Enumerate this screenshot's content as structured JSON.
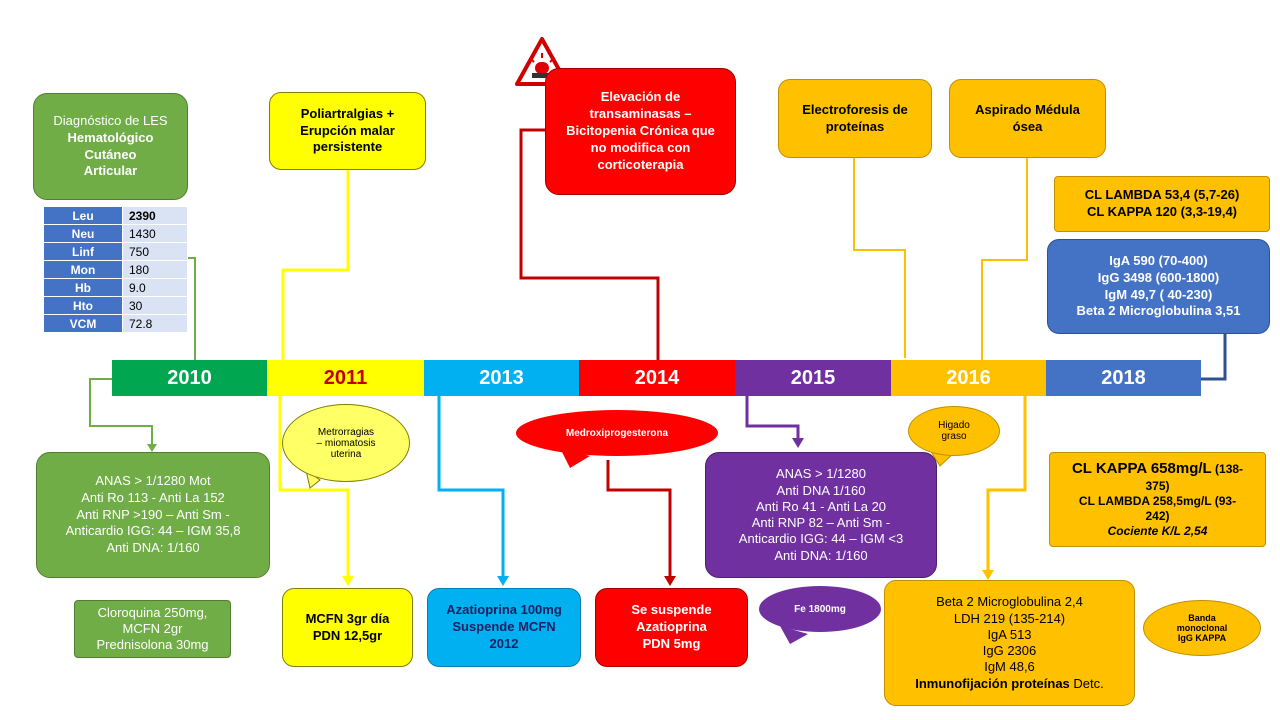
{
  "diagnosis": {
    "lines": [
      "Diagnóstico de LES",
      "Hematológico",
      "Cutáneo",
      "Articular"
    ]
  },
  "lab_table": [
    {
      "key": "Leu",
      "value": "2390"
    },
    {
      "key": "Neu",
      "value": "1430"
    },
    {
      "key": "Linf",
      "value": "750"
    },
    {
      "key": "Mon",
      "value": "180"
    },
    {
      "key": "Hb",
      "value": "9.0"
    },
    {
      "key": "Hto",
      "value": "30"
    },
    {
      "key": "VCM",
      "value": "72.8"
    }
  ],
  "timeline": [
    "2010",
    "2011",
    "2013",
    "2014",
    "2015",
    "2016",
    "2018"
  ],
  "colors": {
    "y2010": "#00a650",
    "y2011": "#ffff00",
    "y2013": "#00b0f0",
    "y2014": "#ff0000",
    "y2015": "#7030a0",
    "y2016": "#ffc000",
    "y2018": "#4472c4",
    "year2011_text": "#c00000"
  },
  "box_2011_top": [
    "Poliartralgias +",
    "Erupción malar",
    "persistente"
  ],
  "box_2014_top": [
    "Elevación de",
    "transaminasas –",
    "Bicitopenia Crónica que",
    "no modifica con",
    "corticoterapia"
  ],
  "box_electro": [
    "Electroforesis de",
    "proteínas"
  ],
  "box_aspirado": [
    "Aspirado Médula",
    "ósea"
  ],
  "box_cl_2018": [
    "CL LAMBDA 53,4 (5,7-26)",
    "CL KAPPA 120 (3,3-19,4)"
  ],
  "box_ig_2018": [
    "IgA 590 (70-400)",
    "IgG 3498 (600-1800)",
    "IgM 49,7 ( 40-230)",
    "Beta 2 Microglobulina 3,51"
  ],
  "box_anas_2010": [
    "ANAS > 1/1280 Mot",
    "Anti Ro  113 - Anti La 152",
    "Anti RNP >190 – Anti Sm -",
    "Anticardio IGG: 44 – IGM 35,8",
    "Anti DNA: 1/160"
  ],
  "box_tx_2010": [
    "Cloroquina 250mg,",
    "MCFN 2gr",
    "Prednisolona 30mg"
  ],
  "oval_metro": [
    "Metrorragias",
    "– miomatosis",
    "uterina"
  ],
  "box_2011_bottom": [
    "MCFN 3gr día",
    "PDN 12,5gr"
  ],
  "box_2013_bottom": [
    "Azatioprina 100mg",
    "Suspende MCFN",
    "2012"
  ],
  "oval_medroxi": "Medroxiprogesterona",
  "box_2014_bottom": [
    "Se suspende",
    "Azatioprina",
    "PDN 5mg"
  ],
  "box_anas_2015": [
    "ANAS > 1/1280",
    "Anti DNA 1/160",
    "Anti Ro  41 - Anti La 20",
    "Anti RNP 82 – Anti Sm -",
    "Anticardio IGG: 44 – IGM <3",
    "Anti DNA: 1/160"
  ],
  "oval_fe": "Fe 1800mg",
  "oval_higado": [
    "Higado",
    "graso"
  ],
  "box_2016_bottom": {
    "lines": [
      "Beta 2 Microglobulina 2,4",
      "LDH 219 (135-214)",
      "IgA 513",
      "IgG 2306",
      "IgM 48,6"
    ],
    "last_bold": "Inmunofijación proteínas",
    "last_rest": " Detc."
  },
  "box_kappa": {
    "line1_big": "CL KAPPA 658mg/L",
    "line1_small": " (138-",
    "line2": "375)",
    "line3": "CL LAMBDA 258,5mg/L (93-",
    "line4": "242)",
    "line5": "Cociente K/L 2,54"
  },
  "oval_banda": [
    "Banda",
    "monoclonal",
    "IgG KAPPA"
  ],
  "icons": {
    "alert": "warning-siren-icon"
  }
}
